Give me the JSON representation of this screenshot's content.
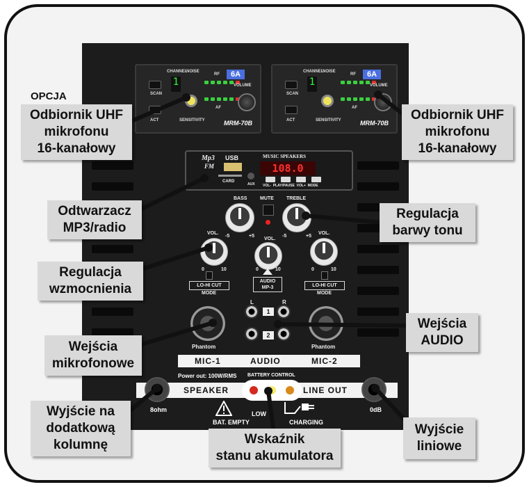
{
  "opcja_label": "OPCJA",
  "callouts": {
    "uhf_left": "Odbiornik UHF\nmikrofonu\n16-kanałowy",
    "uhf_right": "Odbiornik UHF\nmikrofonu\n16-kanałowy",
    "mp3": "Odtwarzacz\nMP3/radio",
    "tone": "Regulacja\nbarwy tonu",
    "gain": "Regulacja\nwzmocnienia",
    "audio_in": "Wejścia\nAUDIO",
    "mic_in": "Wejścia\nmikrofonowe",
    "speaker_out": "Wyjście na\ndodatkową\nkolumnę",
    "battery": "Wskaźnik\nstanu akumulatora",
    "line_out": "Wyjście\nliniowe"
  },
  "receiver": {
    "channel_label": "CHANNEL",
    "noise_label": "NOISE",
    "rf_label": "RF",
    "af_label": "AF",
    "volume_label": "VOLUME",
    "scan_label": "SCAN",
    "act_label": "ACT",
    "sensitivity_label": "SENSITIVITY",
    "channel_display": "6A",
    "digit": "1",
    "model": "MRM-70B"
  },
  "mp3_player": {
    "logo_top": "Mp3",
    "logo_bottom": "FM",
    "usb_label": "USB",
    "card_label": "CARD",
    "aux_label": "AUX",
    "title": "MUSIC SPEAKERS",
    "display": "108.0",
    "btn_labels": "VOL-  PLAY/PAUSE  VOL+  MODE"
  },
  "controls": {
    "bass": "BASS",
    "mute": "MUTE",
    "treble": "TREBLE",
    "vol": "VOL.",
    "scale_min": "0",
    "scale_max": "10",
    "tone_min": "-5",
    "tone_max": "+5",
    "lo_hi_cut": "LO-HI CUT",
    "mode": "MODE",
    "audio_mp3": "AUDIO\nMP-3",
    "rca_l": "L",
    "rca_r": "R",
    "rca_1": "1",
    "rca_2": "2",
    "phantom": "Phantom"
  },
  "strip_top": {
    "mic1": "MIC-1",
    "audio": "AUDIO",
    "mic2": "MIC-2"
  },
  "strip_bottom": {
    "power_out": "Power out: 100W/RMS",
    "battery_control": "BATTERY CONTROL",
    "speaker": "SPEAKER",
    "line_out": "LINE OUT",
    "ohm": "8ohm",
    "db": "0dB",
    "bat_empty": "BAT. EMPTY",
    "low": "LOW",
    "charging": "CHARGING"
  },
  "colors": {
    "indicator_red": "#d42a1e",
    "indicator_yellow": "#f4ec6a",
    "indicator_orange": "#d88a1c",
    "callout_bg": "#d9d9d9",
    "channel_blue": "#4b6fe0"
  }
}
